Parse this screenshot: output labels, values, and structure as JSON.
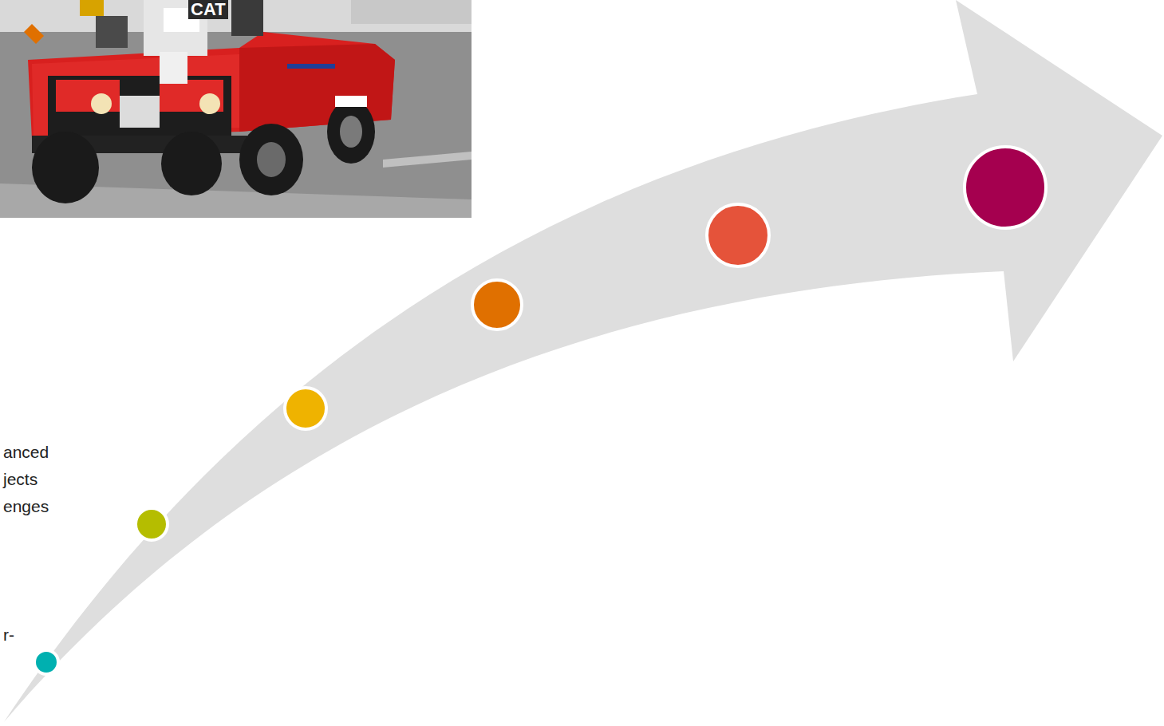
{
  "diagram": {
    "labels": [
      "CAT",
      "anced",
      "jects",
      "enges",
      "r-"
    ]
  }
}
